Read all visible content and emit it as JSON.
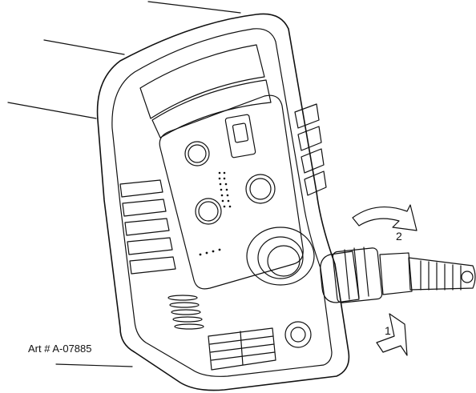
{
  "figure": {
    "art_number": "Art # A-07885",
    "step_labels": [
      "1",
      "2"
    ]
  },
  "icons": {
    "push_arrow": "push-arrow-icon",
    "rotate_arrow": "rotate-arrow-icon"
  },
  "colors": {
    "line": "#111111",
    "background": "#ffffff"
  }
}
